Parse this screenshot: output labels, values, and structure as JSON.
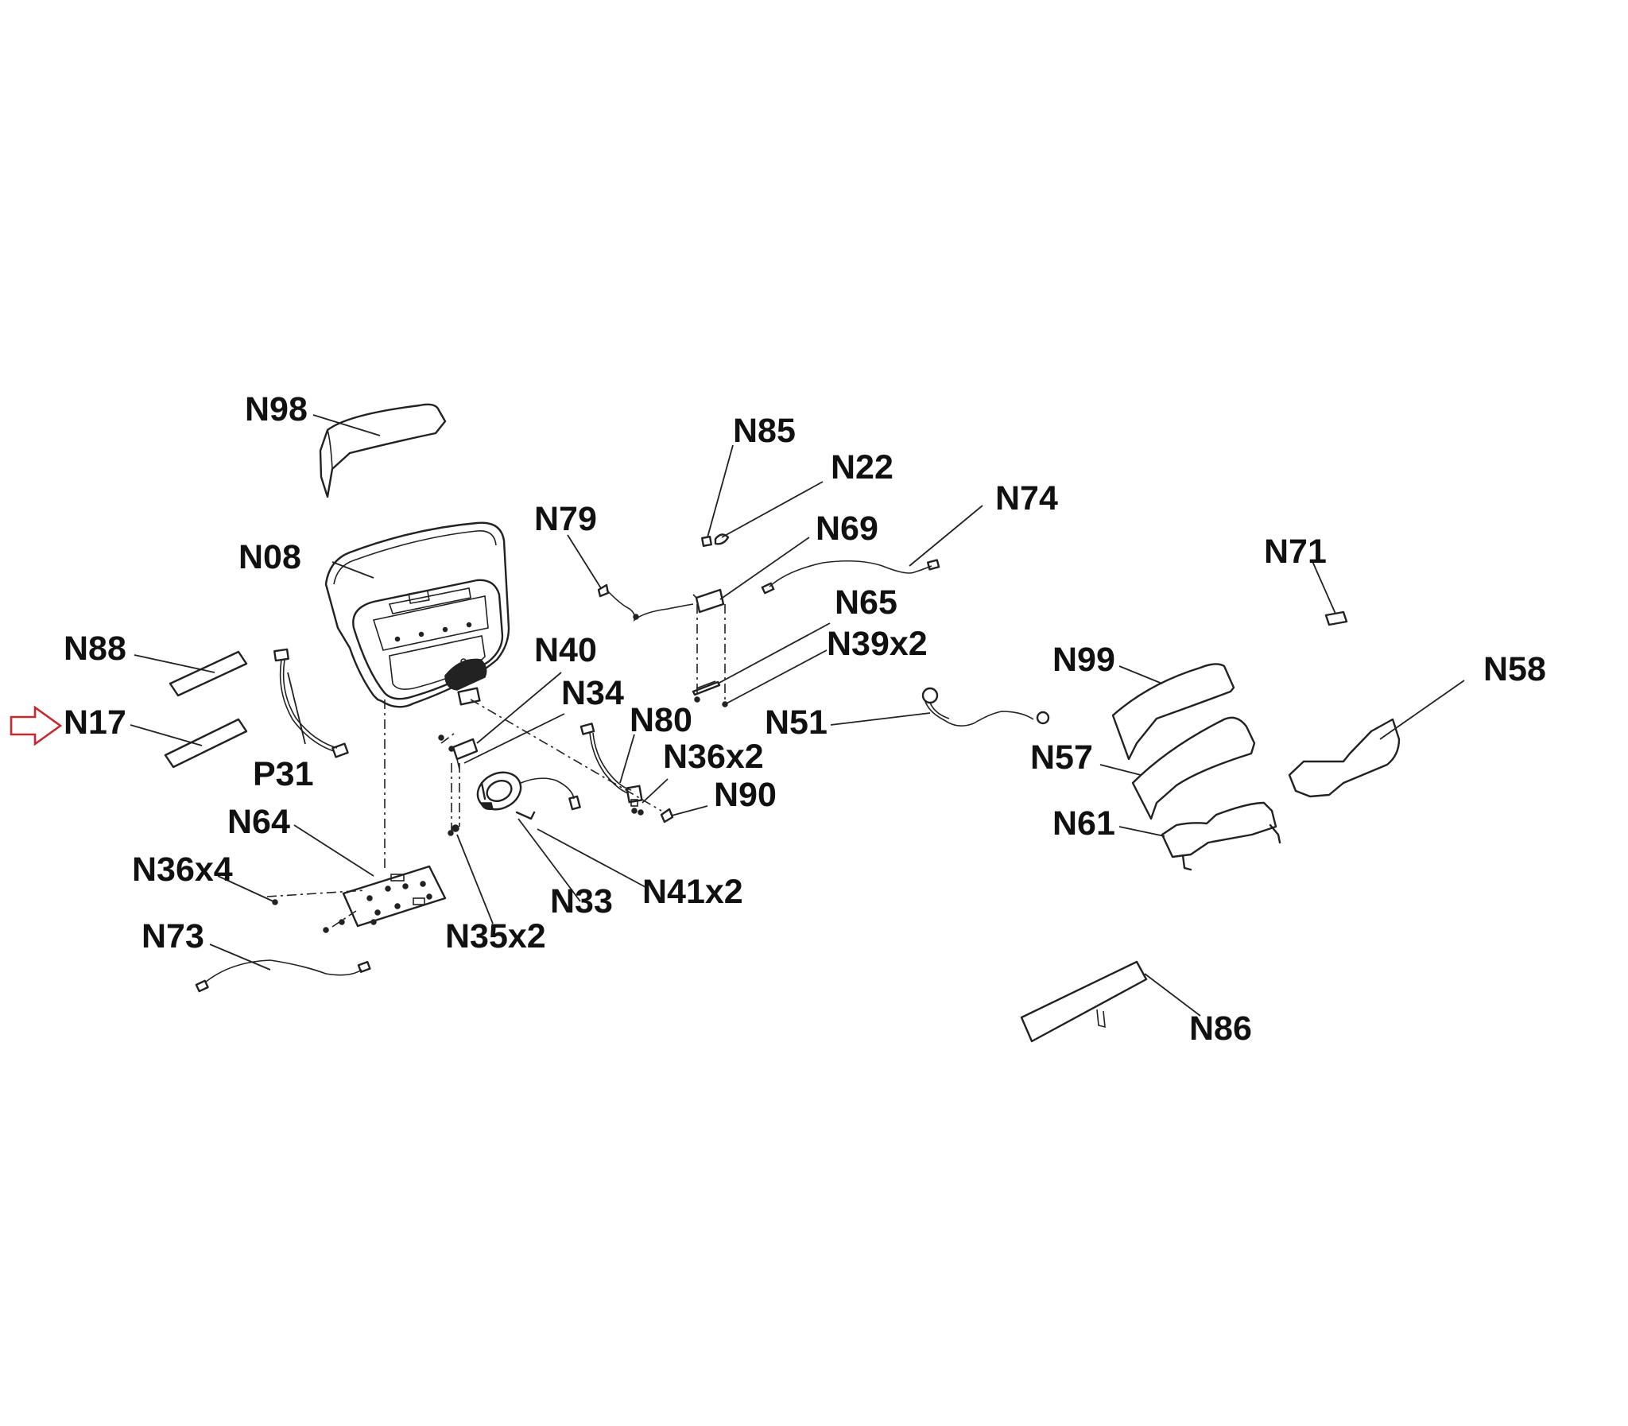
{
  "diagram": {
    "callouts": {
      "n98": "N98",
      "n85": "N85",
      "n22": "N22",
      "n74": "N74",
      "n79": "N79",
      "n69": "N69",
      "n08": "N08",
      "n71": "N71",
      "n65": "N65",
      "n39x2": "N39x2",
      "n88": "N88",
      "n40": "N40",
      "n99": "N99",
      "n58": "N58",
      "n34": "N34",
      "n17": "N17",
      "n80": "N80",
      "n51": "N51",
      "p31": "P31",
      "n36x2": "N36x2",
      "n57": "N57",
      "n90": "N90",
      "n64": "N64",
      "n61": "N61",
      "n36x4": "N36x4",
      "n33": "N33",
      "n41x2": "N41x2",
      "n35x2": "N35x2",
      "n73": "N73",
      "n86": "N86"
    },
    "highlighted_part": "N17",
    "highlight_color": "#c8282e"
  }
}
